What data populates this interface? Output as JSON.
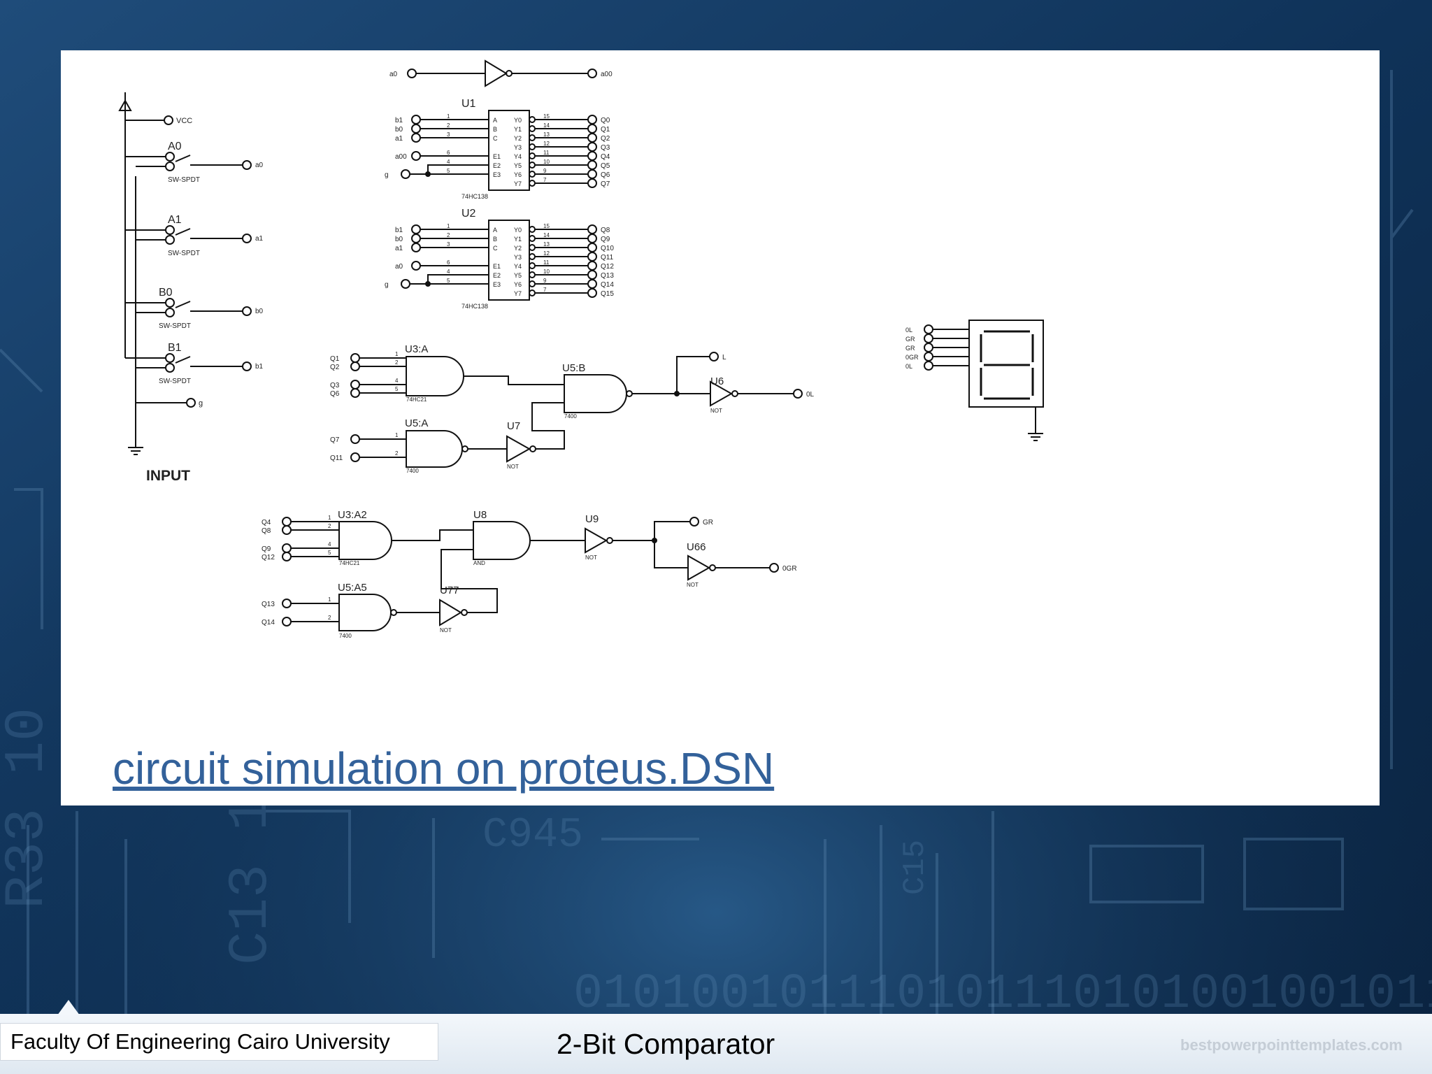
{
  "slide": {
    "caption": "circuit simulation on proteus.DSN",
    "footer_left": "Faculty Of Engineering Cairo University",
    "footer_title": "2-Bit Comparator",
    "watermark": "bestpowerpointtemplates.com"
  },
  "schematic": {
    "input_label": "INPUT",
    "vcc": "VCC",
    "switches": [
      {
        "name": "A0",
        "type": "SW-SPDT",
        "out": "a0"
      },
      {
        "name": "A1",
        "type": "SW-SPDT",
        "out": "a1"
      },
      {
        "name": "B0",
        "type": "SW-SPDT",
        "out": "b0"
      },
      {
        "name": "B1",
        "type": "SW-SPDT",
        "out": "b1"
      }
    ],
    "g_label": "g",
    "inverter_top": {
      "in": "a0",
      "out": "a00"
    },
    "decoders": [
      {
        "name": "U1",
        "part": "74HC138",
        "inputs": [
          "b1",
          "b0",
          "a1",
          "a00",
          "g"
        ],
        "pins_in": [
          "A",
          "B",
          "C",
          "E1",
          "E2",
          "E3"
        ],
        "pins_out": [
          "Y0",
          "Y1",
          "Y2",
          "Y3",
          "Y4",
          "Y5",
          "Y6",
          "Y7"
        ],
        "pin_nums": [
          "15",
          "14",
          "13",
          "12",
          "11",
          "10",
          "9",
          "7"
        ],
        "outputs": [
          "Q0",
          "Q1",
          "Q2",
          "Q3",
          "Q4",
          "Q5",
          "Q6",
          "Q7"
        ]
      },
      {
        "name": "U2",
        "part": "74HC138",
        "inputs": [
          "b1",
          "b0",
          "a1",
          "a0",
          "g"
        ],
        "pins_in": [
          "A",
          "B",
          "C",
          "E1",
          "E2",
          "E3"
        ],
        "pins_out": [
          "Y0",
          "Y1",
          "Y2",
          "Y3",
          "Y4",
          "Y5",
          "Y6",
          "Y7"
        ],
        "pin_nums": [
          "15",
          "14",
          "13",
          "12",
          "11",
          "10",
          "9",
          "7"
        ],
        "outputs": [
          "Q8",
          "Q9",
          "Q10",
          "Q11",
          "Q12",
          "Q13",
          "Q14",
          "Q15"
        ]
      }
    ],
    "gates": {
      "u3a": {
        "name": "U3:A",
        "part": "74HC21",
        "inputs": [
          "Q1",
          "Q2",
          "Q3",
          "Q6"
        ]
      },
      "u5a": {
        "name": "U5:A",
        "part": "7400",
        "inputs": [
          "Q7",
          "Q11"
        ]
      },
      "u7": {
        "name": "U7",
        "part": "NOT"
      },
      "u5b": {
        "name": "U5:B",
        "part": "7400"
      },
      "u6": {
        "name": "U6",
        "part": "NOT"
      },
      "u3a2": {
        "name": "U3:A2",
        "part": "74HC21",
        "inputs": [
          "Q4",
          "Q8",
          "Q9",
          "Q12"
        ]
      },
      "u5a5": {
        "name": "U5:A5",
        "part": "7400",
        "inputs": [
          "Q13",
          "Q14"
        ]
      },
      "u77": {
        "name": "U77",
        "part": "NOT"
      },
      "u8": {
        "name": "U8",
        "part": "AND"
      },
      "u9": {
        "name": "U9",
        "part": "NOT"
      },
      "u66": {
        "name": "U66",
        "part": "NOT"
      }
    },
    "outputs": {
      "l": "L",
      "ol": "0L",
      "gr": "GR",
      "ogr": "0GR"
    },
    "display_inputs": [
      "0L",
      "GR",
      "GR",
      "0GR",
      "0L"
    ]
  }
}
